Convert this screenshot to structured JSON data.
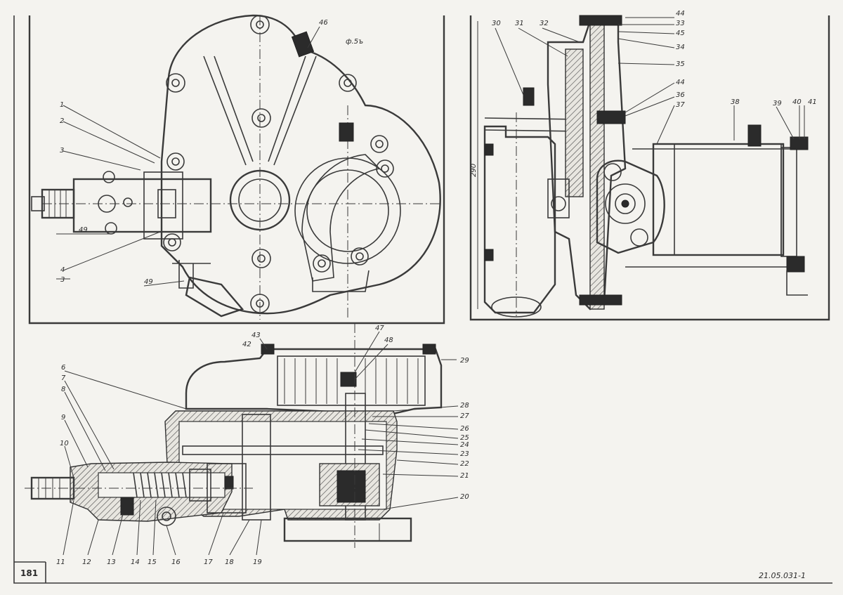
{
  "sheet": {
    "page_number": "181",
    "drawing_code": "21.05.031-1",
    "dimension_label": "290",
    "stray_mark": "ф.5ъ"
  },
  "view_front": {
    "callouts": [
      "1",
      "2",
      "3",
      "49",
      "4",
      "3",
      "49",
      "46"
    ]
  },
  "view_side": {
    "callouts": [
      "30",
      "31",
      "32",
      "44",
      "33",
      "45",
      "34",
      "35",
      "44",
      "36",
      "37",
      "38",
      "39",
      "40",
      "41"
    ]
  },
  "view_section": {
    "callouts_left": [
      "6",
      "7",
      "8",
      "9",
      "10"
    ],
    "callouts_bottom": [
      "11",
      "12",
      "13",
      "14",
      "15",
      "16",
      "17",
      "18",
      "19"
    ],
    "callouts_right": [
      "29",
      "28",
      "27",
      "26",
      "25",
      "24",
      "23",
      "22",
      "21",
      "20"
    ],
    "callouts_top": [
      "43",
      "42",
      "47",
      "48"
    ]
  }
}
